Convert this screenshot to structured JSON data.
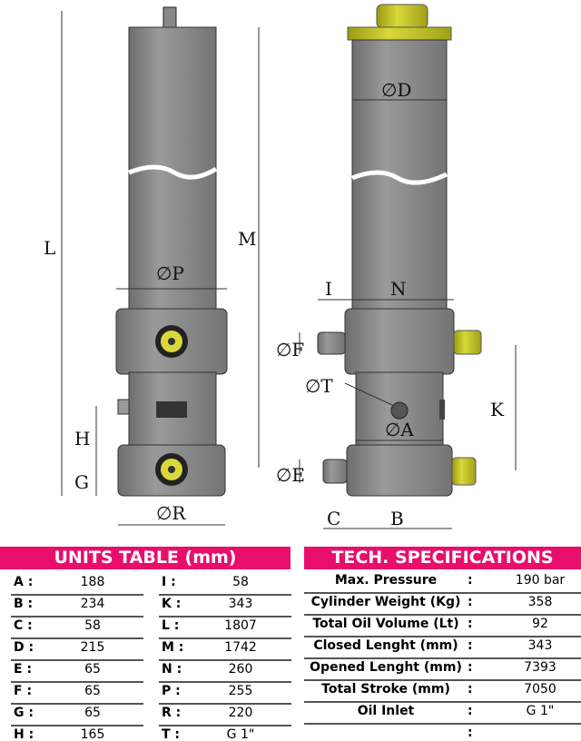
{
  "drawing": {
    "left_view": {
      "labels": {
        "L": "L",
        "M": "M",
        "P": "∅P",
        "H": "H",
        "G": "G",
        "R": "∅R"
      }
    },
    "right_view": {
      "labels": {
        "D": "∅D",
        "I": "I",
        "N": "N",
        "F": "∅F",
        "T": "∅T",
        "A": "∅A",
        "K": "K",
        "E": "∅E",
        "C": "C",
        "B": "B"
      }
    },
    "colors": {
      "body": "#8c8c8c",
      "fitting": "#c8c824",
      "accent": "#e90e6b"
    }
  },
  "units_table": {
    "title": "UNITS TABLE (mm)",
    "left": [
      {
        "key": "A :",
        "value": "188"
      },
      {
        "key": "B :",
        "value": "234"
      },
      {
        "key": "C :",
        "value": "58"
      },
      {
        "key": "D :",
        "value": "215"
      },
      {
        "key": "E :",
        "value": "65"
      },
      {
        "key": "F :",
        "value": "65"
      },
      {
        "key": "G :",
        "value": "65"
      },
      {
        "key": "H :",
        "value": "165"
      }
    ],
    "right": [
      {
        "key": "I :",
        "value": "58"
      },
      {
        "key": "K :",
        "value": "343"
      },
      {
        "key": "L :",
        "value": "1807"
      },
      {
        "key": "M :",
        "value": "1742"
      },
      {
        "key": "N :",
        "value": "260"
      },
      {
        "key": "P :",
        "value": "255"
      },
      {
        "key": "R :",
        "value": "220"
      },
      {
        "key": "T :",
        "value": "G 1\""
      }
    ]
  },
  "tech_specs": {
    "title": "TECH. SPECIFICATIONS",
    "rows": [
      {
        "label": "Max. Pressure",
        "sep": ":",
        "value": "190 bar"
      },
      {
        "label": "Cylinder Weight (Kg)",
        "sep": ":",
        "value": "358"
      },
      {
        "label": "Total Oil Volume (Lt)",
        "sep": ":",
        "value": "92"
      },
      {
        "label": "Closed Lenght (mm)",
        "sep": ":",
        "value": "343"
      },
      {
        "label": "Opened Lenght (mm)",
        "sep": ":",
        "value": "7393"
      },
      {
        "label": "Total Stroke (mm)",
        "sep": ":",
        "value": "7050"
      },
      {
        "label": "Oil Inlet",
        "sep": ":",
        "value": "G 1\""
      },
      {
        "label": "",
        "sep": ":",
        "value": ""
      }
    ]
  }
}
